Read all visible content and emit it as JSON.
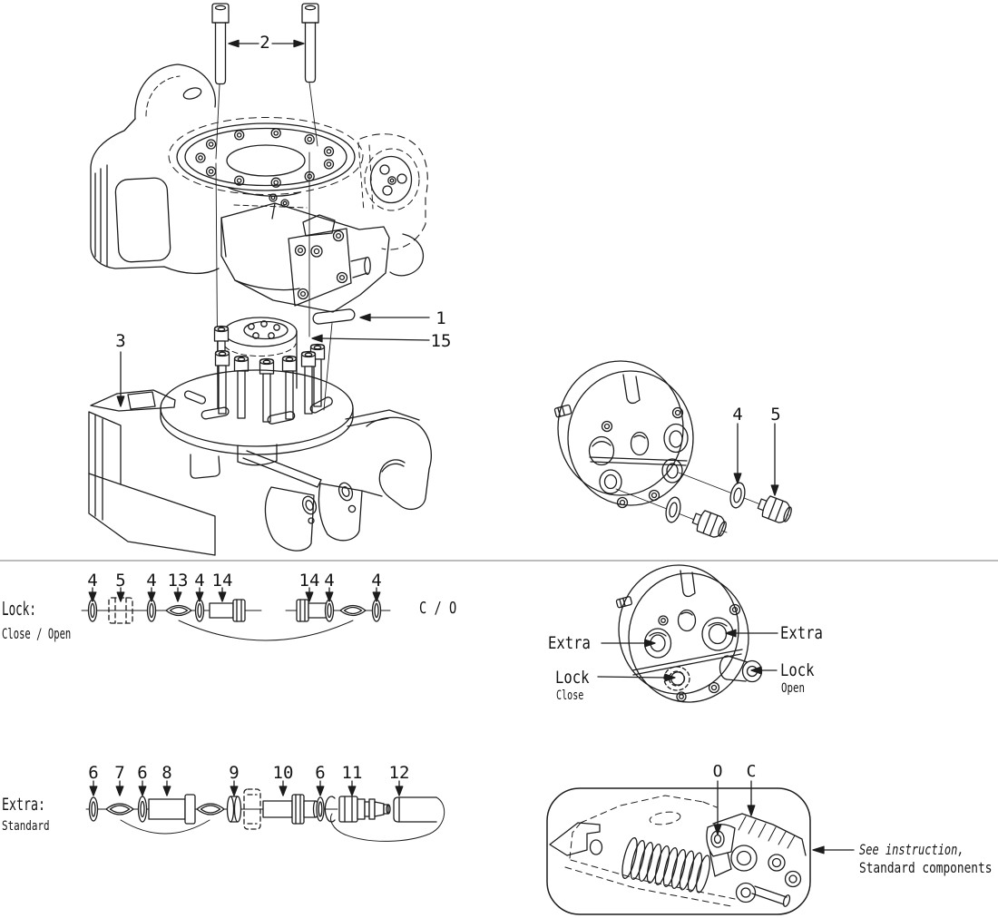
{
  "colors": {
    "line": "#1c1c1c",
    "divider": "#b3b3b3",
    "background": "#ffffff"
  },
  "main_view": {
    "callouts": {
      "bolts": "2",
      "pin": "1",
      "coupling": "15",
      "bracket": "3"
    }
  },
  "hydraulic_flange": {
    "callouts": {
      "washer": "4",
      "plug": "5"
    }
  },
  "lock_section": {
    "title": "Lock:",
    "subtitle": "Close / Open",
    "code": "C / O",
    "callouts": [
      "4",
      "5",
      "4",
      "13",
      "4",
      "14",
      "14",
      "4",
      "4"
    ]
  },
  "port_flange": {
    "extra_left": "Extra",
    "extra_right": "Extra",
    "lock_close_title": "Lock",
    "lock_close_sub": "Close",
    "lock_open_title": "Lock",
    "lock_open_sub": "Open"
  },
  "extra_section": {
    "title": "Extra:",
    "subtitle": "Standard",
    "callouts": [
      "6",
      "7",
      "6",
      "8",
      "9",
      "10",
      "6",
      "11",
      "12"
    ]
  },
  "instruction_box": {
    "open_label": "O",
    "close_label": "C",
    "note_line1": "See instruction,",
    "note_line2": "Standard components"
  }
}
